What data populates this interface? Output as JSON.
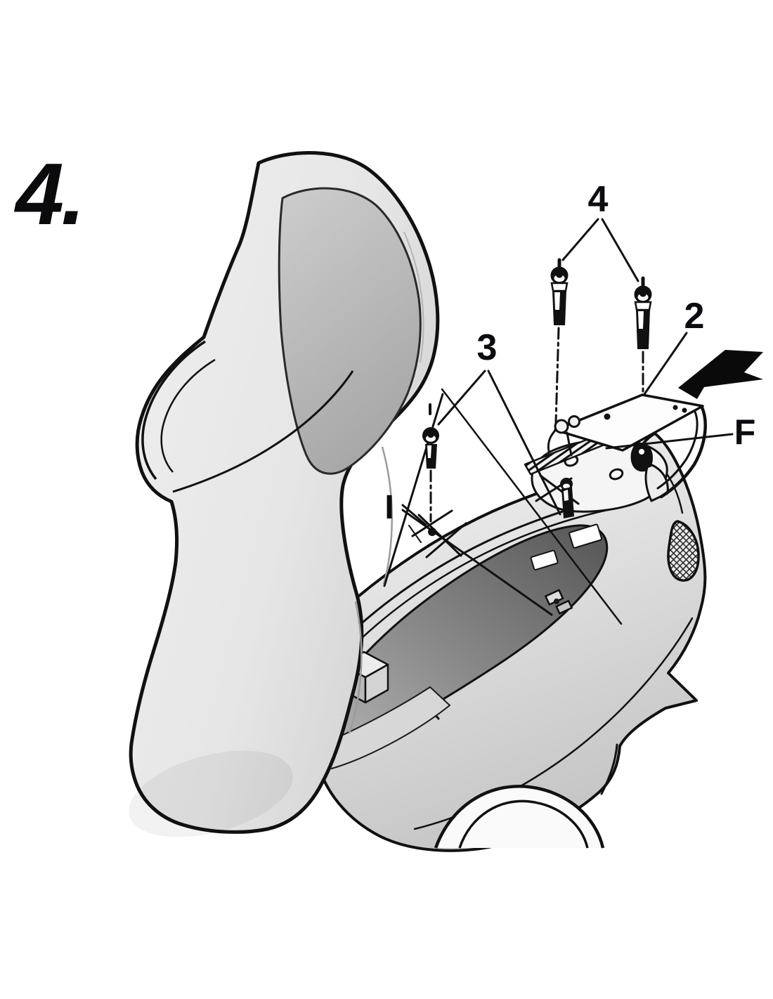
{
  "diagram": {
    "step_label": "4.",
    "callouts": {
      "long_bolts": "4",
      "top_plate": "2",
      "short_bolts": "3",
      "fitting": "F",
      "seat_latch": "I"
    },
    "icons": {
      "direction_arrow": "installation-direction-arrow"
    },
    "colors": {
      "line": "#111111",
      "background": "#ffffff",
      "body_light": "#f5f5f5",
      "body_shadow": "#c6c6c6",
      "compartment_dark": "#555555",
      "seat_inner": "#a8a8a8"
    }
  }
}
